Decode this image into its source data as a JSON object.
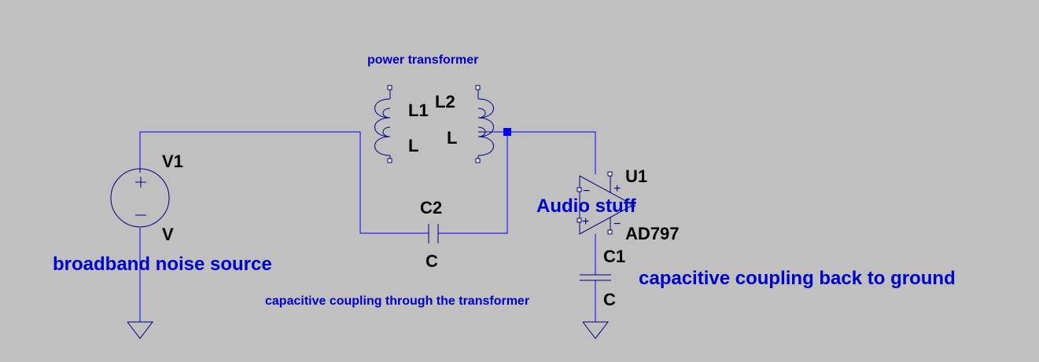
{
  "components": {
    "v1": {
      "name": "V1",
      "value": "V"
    },
    "l1": {
      "name": "L1",
      "value": "L"
    },
    "l2": {
      "name": "L2",
      "value": "L"
    },
    "c2": {
      "name": "C2",
      "value": "C"
    },
    "u1": {
      "name": "U1",
      "value": "AD797"
    },
    "c1": {
      "name": "C1",
      "value": "C"
    }
  },
  "annotations": {
    "power_transformer": "power transformer",
    "broadband_noise": "broadband noise source",
    "coupling_transformer": "capacitive coupling through the transformer",
    "audio_stuff": "Audio stuff",
    "coupling_ground": "capacitive coupling back to ground"
  },
  "colors": {
    "background": "#c0c0c0",
    "wire": "#0000ff",
    "symbol": "#000080",
    "annotation": "#0000c8"
  }
}
